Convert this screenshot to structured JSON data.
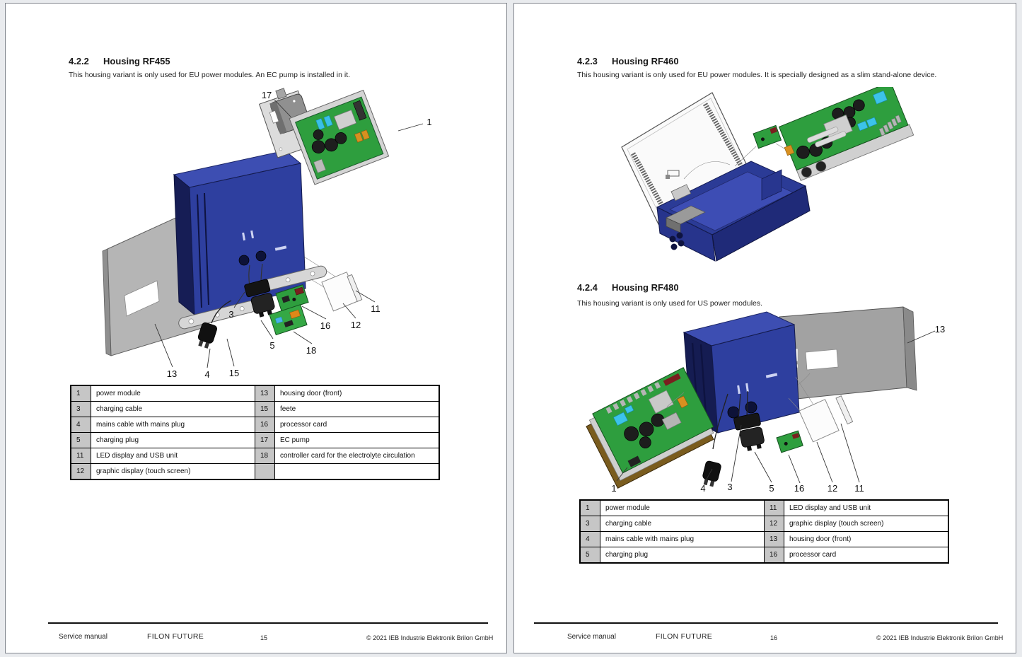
{
  "left_page": {
    "section": {
      "number": "4.2.2",
      "title": "Housing RF455"
    },
    "intro": "This housing variant is only used for EU power modules. An EC pump is installed in it.",
    "callouts": [
      "17",
      "1",
      "3",
      "16",
      "12",
      "11",
      "5",
      "18",
      "13",
      "4",
      "15"
    ],
    "parts_table": {
      "rows": [
        {
          "c0": "1",
          "c1": "power module",
          "c2": "13",
          "c3": "housing door (front)"
        },
        {
          "c0": "3",
          "c1": "charging cable",
          "c2": "15",
          "c3": "feete"
        },
        {
          "c0": "4",
          "c1": "mains cable with mains plug",
          "c2": "16",
          "c3": "processor card"
        },
        {
          "c0": "5",
          "c1": "charging plug",
          "c2": "17",
          "c3": "EC pump"
        },
        {
          "c0": "11",
          "c1": "LED display and USB unit",
          "c2": "18",
          "c3": "controller card for the electrolyte circulation"
        },
        {
          "c0": "12",
          "c1": "graphic display (touch screen)",
          "c2": "",
          "c3": ""
        }
      ]
    },
    "footer": {
      "doc_type": "Service manual",
      "product": "FILON FUTURE",
      "page_number": "15",
      "copyright": "© 2021 IEB Industrie Elektronik Brilon GmbH"
    }
  },
  "right_page": {
    "section_rf460": {
      "number": "4.2.3",
      "title": "Housing RF460"
    },
    "intro_rf460": "This housing variant is only used for EU power modules. It is specially designed as a slim stand-alone device.",
    "section_rf480": {
      "number": "4.2.4",
      "title": "Housing RF480"
    },
    "intro_rf480": "This housing variant is only used for US power modules.",
    "callouts": [
      "13",
      "1",
      "4",
      "3",
      "5",
      "16",
      "12",
      "11"
    ],
    "parts_table": {
      "rows": [
        {
          "c0": "1",
          "c1": "power module",
          "c2": "11",
          "c3": "LED display and USB unit"
        },
        {
          "c0": "3",
          "c1": "charging cable",
          "c2": "12",
          "c3": "graphic display (touch screen)"
        },
        {
          "c0": "4",
          "c1": "mains cable with mains plug",
          "c2": "13",
          "c3": "housing door (front)"
        },
        {
          "c0": "5",
          "c1": "charging plug",
          "c2": "16",
          "c3": "processor card"
        }
      ]
    },
    "footer": {
      "doc_type": "Service manual",
      "product": "FILON FUTURE",
      "page_number": "16",
      "copyright": "© 2021 IEB Industrie Elektronik Brilon GmbH"
    }
  },
  "colors": {
    "housing_blue": "#2e3f9f",
    "housing_blue_top": "#3d4eb2",
    "housing_blue_dark": "#161d55",
    "door_gray": "#aaaaaa",
    "pcb_green": "#2e9e3e",
    "table_number_bg": "#c6c6c6"
  }
}
